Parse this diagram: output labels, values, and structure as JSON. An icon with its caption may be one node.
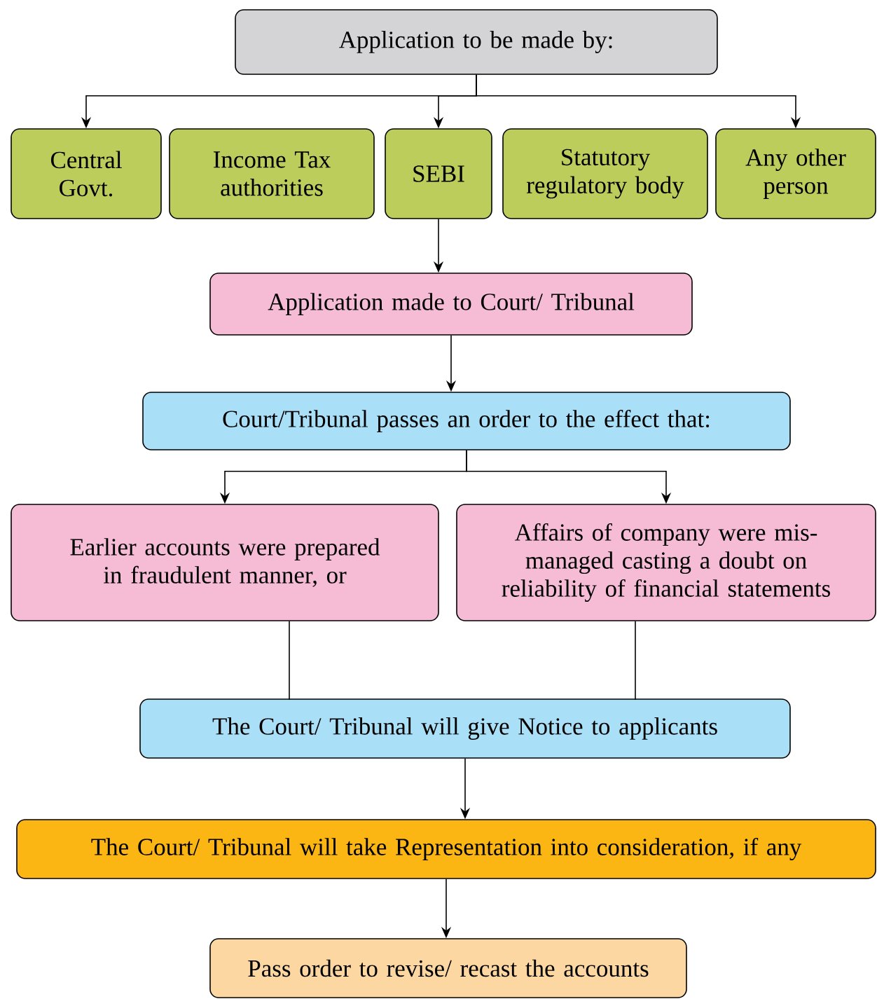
{
  "diagram": {
    "nodes": [
      {
        "text": [
          "Application to be made by:"
        ]
      },
      {
        "text": [
          "Central Govt."
        ]
      },
      {
        "text": [
          "Income Tax authorities"
        ]
      },
      {
        "text": [
          "SEBI"
        ]
      },
      {
        "text": [
          "Statutory regulatory body"
        ]
      },
      {
        "text": [
          "Any other person"
        ]
      },
      {
        "text": [
          "Application made to Court/ Tribunal"
        ]
      },
      {
        "text": [
          "Court/Tribunal passes an order to the effect that:"
        ]
      },
      {
        "text": [
          "Earlier accounts were prepared in fraudulent manner, or"
        ]
      },
      {
        "text": [
          "Affairs of company were mis-managed casting a doubt on reliability of financial statements"
        ]
      },
      {
        "text": [
          "The Court/ Tribunal will give Notice to applicants"
        ]
      },
      {
        "text": [
          "The Court/ Tribunal will take Representation into consideration, if any"
        ]
      },
      {
        "text": [
          "Pass order to revise/ recast the accounts"
        ]
      }
    ],
    "edges": [
      {
        "from": 0,
        "to": 1,
        "arrow": "to"
      },
      {
        "from": 0,
        "to": 3,
        "arrow": "to"
      },
      {
        "from": 0,
        "to": 5,
        "arrow": "to"
      },
      {
        "from": 3,
        "to": 6,
        "arrow": "to"
      },
      {
        "from": 6,
        "to": 7,
        "arrow": "to"
      },
      {
        "from": 7,
        "to": 8,
        "arrow": "to"
      },
      {
        "from": 7,
        "to": 9,
        "arrow": "to"
      },
      {
        "from": 8,
        "to": 10,
        "arrow": "none"
      },
      {
        "from": 9,
        "to": 10,
        "arrow": "none"
      },
      {
        "from": 10,
        "to": 11,
        "arrow": "to"
      },
      {
        "from": 11,
        "to": 12,
        "arrow": "to"
      }
    ]
  }
}
